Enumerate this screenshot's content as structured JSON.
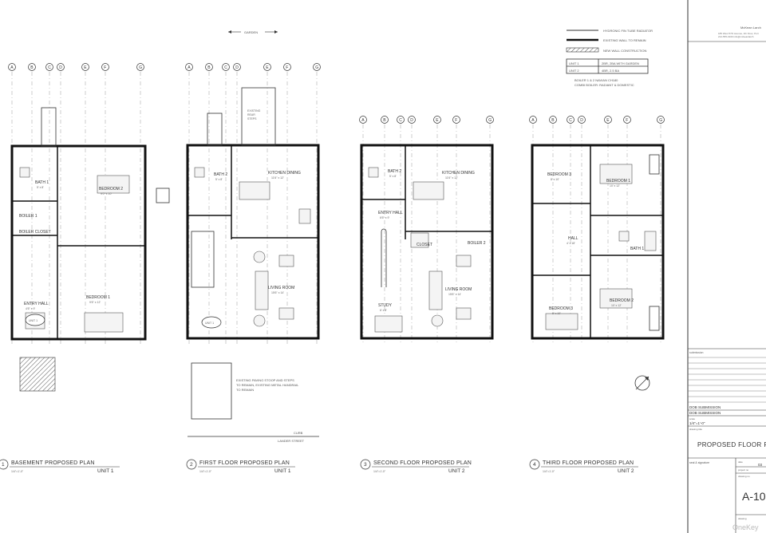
{
  "legend": {
    "items": [
      {
        "label": "HYDRONIC FIN TUBE RADIATOR",
        "style": "line-thin"
      },
      {
        "label": "EXISTING WALL TO REMAIN",
        "style": "line-thick"
      },
      {
        "label": "NEW WALL CONSTRUCTION",
        "style": "hatch"
      }
    ],
    "units_table": [
      {
        "unit": "UNIT 1",
        "desc": "2BR, 2BA WITH GARDEN"
      },
      {
        "unit": "UNIT 2",
        "desc": "4BR, 2.5 BA"
      }
    ],
    "boiler_note": [
      "BOILER 1 & 2 NAVIAN CH180",
      "COMBI BOILER: RADIANT & DOMESTIC"
    ]
  },
  "site": {
    "garden_label": "GARDEN",
    "curb_label": "CURB",
    "street_label": "LANDER STREET",
    "paving_note": [
      "EXISTING PAVING STOOP AND STEPS",
      "TO REMAIN, EXISTING METAL HANDRAIL",
      "TO REMAIN"
    ],
    "rear_steps_note": [
      "EXISTING",
      "REAR",
      "STEPS"
    ]
  },
  "grid_letters": [
    "A",
    "B",
    "C",
    "D",
    "E",
    "F",
    "G"
  ],
  "plans": [
    {
      "number": "1",
      "title": "BASEMENT PROPOSED PLAN",
      "scale": "1/4\"=1'-0\"",
      "unit": "UNIT 1",
      "rooms": [
        {
          "name": "BEDROOM 2",
          "dim": "9'0\" x 10'"
        },
        {
          "name": "BATH 1",
          "dim": "5' x 8'"
        },
        {
          "name": "BOILER 1",
          "dim": ""
        },
        {
          "name": "BOILER CLOSET",
          "dim": ""
        },
        {
          "name": "ENTRY HALL",
          "dim": "4'6\" x 9'"
        },
        {
          "name": "BEDROOM 1",
          "dim": "9'6\" x 12'"
        }
      ],
      "tags": [
        "UNIT 1"
      ]
    },
    {
      "number": "2",
      "title": "FIRST FLOOR PROPOSED PLAN",
      "scale": "1/4\"=1'-0\"",
      "unit": "UNIT 1",
      "rooms": [
        {
          "name": "BATH 2",
          "dim": "5' x 8'"
        },
        {
          "name": "KITCHEN DINING",
          "dim": "11'6\" x 12'"
        },
        {
          "name": "LIVING ROOM",
          "dim": "15'6\" x 14'"
        }
      ],
      "tags": [
        "UNIT 1"
      ]
    },
    {
      "number": "3",
      "title": "SECOND FLOOR PROPOSED PLAN",
      "scale": "1/4\"=1'-0\"",
      "unit": "UNIT 2",
      "rooms": [
        {
          "name": "BATH 2",
          "dim": "5' x 8'"
        },
        {
          "name": "KITCHEN DINING",
          "dim": "11'6\" x 12'"
        },
        {
          "name": "ENTRY HALL",
          "dim": "6'6\" x 9'"
        },
        {
          "name": "CLOSET",
          "dim": ""
        },
        {
          "name": "BOILER 2",
          "dim": ""
        },
        {
          "name": "LIVING ROOM",
          "dim": "15'6\" x 14'"
        },
        {
          "name": "STUDY",
          "dim": "6' x 8'"
        }
      ],
      "tags": []
    },
    {
      "number": "4",
      "title": "THIRD FLOOR PROPOSED PLAN",
      "scale": "1/4\"=1'-0\"",
      "unit": "UNIT 2",
      "rooms": [
        {
          "name": "BEDROOM 3",
          "dim": "8' x 10'"
        },
        {
          "name": "BEDROOM 1",
          "dim": "10' x 12'"
        },
        {
          "name": "HALL",
          "dim": "4' x 18'"
        },
        {
          "name": "BATH 1",
          "dim": "5' x 8'"
        },
        {
          "name": "BEDROOM 3",
          "dim": "8' x 10'"
        },
        {
          "name": "BEDROOM 2",
          "dim": "10' x 12'"
        }
      ],
      "tags": []
    }
  ],
  "title_block": {
    "firm": "McKean Larch",
    "firm_lines": [
      "185 West 57th Avenue, 4th Floor, Port",
      "212-555-0100  info@mckeanlarch"
    ],
    "submission_label": "submission",
    "submissions": [
      "DOB SUBMISSION",
      "DOB SUBMISSION"
    ],
    "scale_label": "scale",
    "scale_value": "1/4\"=1'-0\"",
    "drawing_title_label": "drawing title",
    "drawing_title": "PROPOSED FLOOR P",
    "seal_label": "seal & signature",
    "date_label": "date",
    "date_value": "03",
    "project_label": "project no",
    "drawing_no_label": "drawing no",
    "drawing_label": "drawing",
    "sheet_number": "A-10"
  },
  "watermark": "OneKey"
}
